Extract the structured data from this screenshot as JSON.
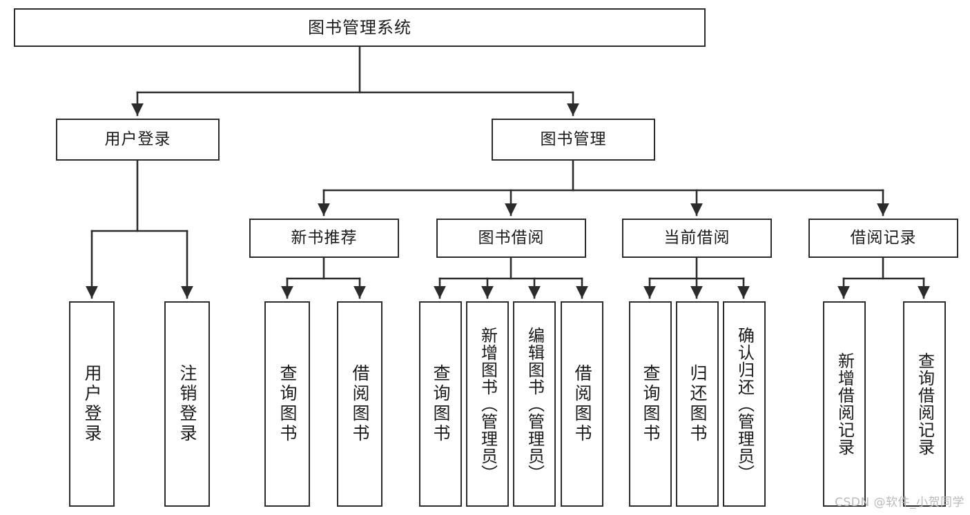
{
  "diagram": {
    "title": "图书管理系统",
    "type": "tree",
    "root": {
      "id": "root",
      "label": "图书管理系统",
      "orientation": "horizontal"
    },
    "level2": [
      {
        "id": "user-login",
        "label": "用户登录",
        "orientation": "horizontal"
      },
      {
        "id": "book-manage",
        "label": "图书管理",
        "orientation": "horizontal"
      }
    ],
    "level3": [
      {
        "id": "new-book-recommend",
        "label": "新书推荐",
        "orientation": "horizontal",
        "parent": "book-manage"
      },
      {
        "id": "book-borrow",
        "label": "图书借阅",
        "orientation": "horizontal",
        "parent": "book-manage"
      },
      {
        "id": "current-borrow",
        "label": "当前借阅",
        "orientation": "horizontal",
        "parent": "book-manage"
      },
      {
        "id": "borrow-record",
        "label": "借阅记录",
        "orientation": "horizontal",
        "parent": "book-manage"
      }
    ],
    "leaves": [
      {
        "id": "leaf-user-login",
        "label": "用户登录",
        "parent": "user-login"
      },
      {
        "id": "leaf-user-logout",
        "label": "注销登录",
        "parent": "user-login"
      },
      {
        "id": "leaf-query-book-1",
        "label": "查询图书",
        "parent": "new-book-recommend"
      },
      {
        "id": "leaf-borrow-book-1",
        "label": "借阅图书",
        "parent": "new-book-recommend"
      },
      {
        "id": "leaf-query-book-2",
        "label": "查询图书",
        "parent": "book-borrow"
      },
      {
        "id": "leaf-add-book",
        "label": "新增图书（管理员）",
        "parent": "book-borrow"
      },
      {
        "id": "leaf-edit-book",
        "label": "编辑图书（管理员）",
        "parent": "book-borrow"
      },
      {
        "id": "leaf-borrow-book-2",
        "label": "借阅图书",
        "parent": "book-borrow"
      },
      {
        "id": "leaf-query-book-3",
        "label": "查询图书",
        "parent": "current-borrow"
      },
      {
        "id": "leaf-return-book",
        "label": "归还图书",
        "parent": "current-borrow"
      },
      {
        "id": "leaf-confirm-return",
        "label": "确认归还（管理员）",
        "parent": "current-borrow"
      },
      {
        "id": "leaf-add-record",
        "label": "新增借阅记录",
        "parent": "borrow-record"
      },
      {
        "id": "leaf-query-record",
        "label": "查询借阅记录",
        "parent": "borrow-record"
      }
    ]
  },
  "watermark": {
    "text": "CSDN @软件_小贺同学"
  },
  "colors": {
    "stroke": "#2b2b2b",
    "background": "#ffffff",
    "text": "#1a1a1a",
    "watermark": "#b9b9b9"
  }
}
